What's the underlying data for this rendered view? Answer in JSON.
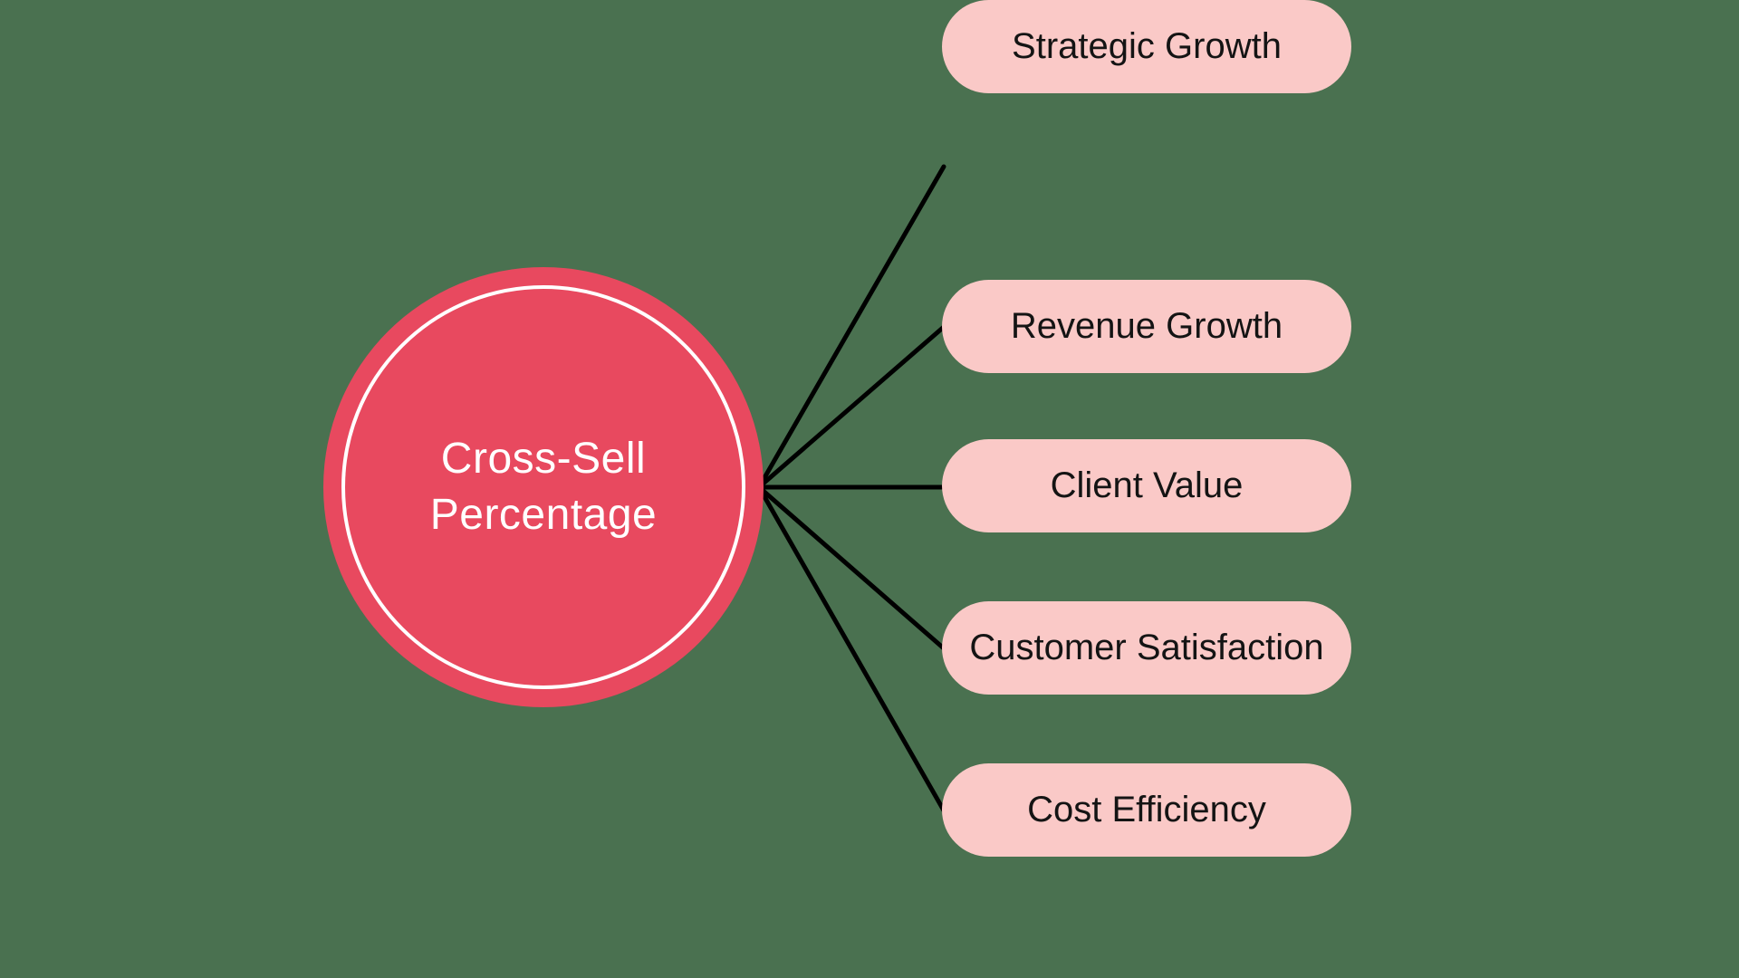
{
  "diagram": {
    "type": "mindmap",
    "center": {
      "label": "Cross-Sell Percentage",
      "lines": [
        "Cross-Sell",
        "Percentage"
      ]
    },
    "nodes": [
      {
        "label": "Revenue Growth"
      },
      {
        "label": "Client Value"
      },
      {
        "label": "Customer Satisfaction"
      },
      {
        "label": "Cost Efficiency"
      },
      {
        "label": "Strategic Growth"
      }
    ]
  },
  "colors": {
    "background": "#4A7150",
    "circle_fill": "#E8495F",
    "circle_ring": "#FFFFFF",
    "circle_text": "#FFFFFF",
    "node_fill": "#FAC9C7",
    "node_text": "#141414",
    "line": "#000000"
  }
}
